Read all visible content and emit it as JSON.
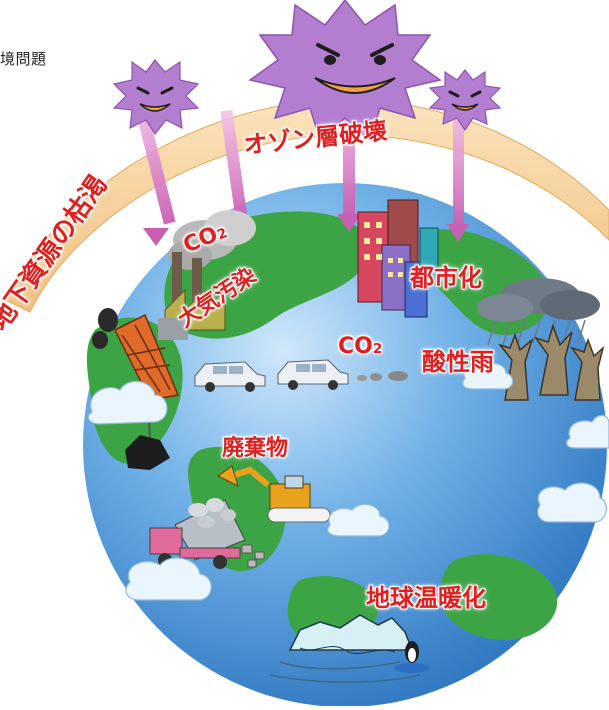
{
  "heading": "境問題",
  "labels": {
    "ozone": "オゾン層破壊",
    "co2_top": "CO",
    "co2_top_sub": "2",
    "air_pollution": "大気汚染",
    "resource_depletion": "地下資源の枯渇",
    "urbanization": "都市化",
    "co2_mid": "CO",
    "co2_mid_sub": "2",
    "acid_rain": "酸性雨",
    "waste": "廃棄物",
    "global_warming": "地球温暖化"
  },
  "colors": {
    "label_red": "#e0201e",
    "ocean": "#3f8fd0",
    "land": "#3da446",
    "ozone_band": "#f6cf97",
    "monster": "#b47ed0"
  },
  "icons": [
    "ozone-monster-large",
    "ozone-monster-left",
    "ozone-monster-right",
    "factory-icon",
    "buildings-icon",
    "car-icon",
    "excavator-icon",
    "dump-truck-icon",
    "dead-tree-icon",
    "rain-cloud-icon",
    "oil-rig-icon",
    "melting-iceberg-icon",
    "penguin-icon",
    "cloud-icon"
  ]
}
